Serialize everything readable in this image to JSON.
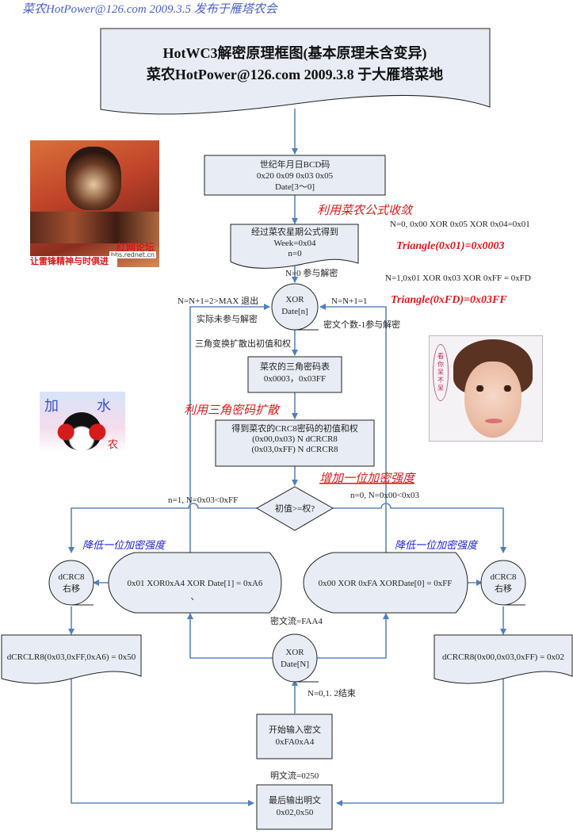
{
  "header_caption": "菜农HotPower@126.com  2009.3.5 发布于雁塔农会",
  "title_box": {
    "line1": "HotWC3解密原理框图(基本原理未含变异)",
    "line2": "菜农HotPower@126.com  2009.3.8 于大雁塔菜地"
  },
  "nodes": {
    "bcd": {
      "line1": "世纪年月日BCD码",
      "line2": "0x20 0x09 0x03 0x05",
      "line3": "Date[3～0]"
    },
    "week": {
      "line1": "经过菜农星期公式得到",
      "line2": "Week=0x04",
      "line3": "n=0"
    },
    "xor_top": {
      "line1": "XOR",
      "line2": "Date[n]"
    },
    "tri_table": {
      "line1": "菜农的三角密码表",
      "line2": "0x0003，0x03FF"
    },
    "crc_init": {
      "line1": "得到菜农的CRC8密码的初值和权",
      "line2": "(0x00,0x03)  N dCRCR8",
      "line3": "(0x03,0xFF) N dCRCR8"
    },
    "decision": {
      "label": "初值>=权?"
    },
    "left_xor": {
      "line1": "0x01 XOR0xA4 XOR Date[1] = 0xA6",
      "line2": "、"
    },
    "right_xor": {
      "line1": "0x00 XOR 0xFA XORDate[0] =  0xFF"
    },
    "left_shift": {
      "line1": "dCRC8",
      "line2": "右移"
    },
    "right_shift": {
      "line1": "dCRC8",
      "line2": "右移"
    },
    "left_result": {
      "line1": "dCRCLR8(0x03,0xFF,0xA6) = 0x50"
    },
    "right_result": {
      "line1": "dCRCR8(0x00,0x03,0xFF) = 0x02"
    },
    "xor_bottom": {
      "line1": "XOR",
      "line2": "Date[N]"
    },
    "input": {
      "line1": "开始输入密文",
      "line2": "0xFA0xA4"
    },
    "output": {
      "line1": "最后输出明文",
      "line2": "0x02,0x50"
    }
  },
  "edge_labels": {
    "n0_participate": "N=0 参与解密",
    "exit_label": "N=N+1=2>MAX 退出",
    "not_participate": "实际未参与解密",
    "loop_label": "N=N+1=1",
    "cipher_count": "密文个数-1参与解密",
    "tri_expand": "三角变换扩散出初值和权",
    "left_branch": "n=1, N=0x03<0xFF",
    "right_branch": "n=0, N=0x00<0x03",
    "cipher_stream": "密文流=FAA4",
    "n_end": "N=0,1.  2结束",
    "plain_stream": "明文流=0250"
  },
  "annotations": {
    "formula_converge": "利用菜农公式收敛",
    "calc_n0": "N=0, 0x00 XOR 0x05 XOR 0x04=0x01",
    "triangle_1": "Triangle(0x01)=0x0003",
    "calc_n1": "N=1,0x01 XOR 0x03 XOR 0xFF = 0xFD",
    "triangle_2": "Triangle(0xFD)=0x03FF",
    "tri_diffuse": "利用三角密码扩散",
    "add_strength": "增加一位加密强度",
    "reduce_left": "降低一位加密强度",
    "reduce_right": "降低一位加密强度"
  },
  "images": {
    "poster_caption": "让雷锋精神与时俱进",
    "poster_stamp": "红网论坛",
    "poster_url": "bbs.rednet.cn",
    "penguin_chars": [
      "加",
      "水",
      "农"
    ],
    "portrait_caption": [
      "看",
      "你",
      "呆",
      "不",
      "呆"
    ]
  },
  "colors": {
    "node_fill": "#e8edf5",
    "edge": "#5b86c0",
    "annotation_red": "#e01818",
    "annotation_blue": "#2222dd",
    "header_blue": "#4a5fc8"
  }
}
